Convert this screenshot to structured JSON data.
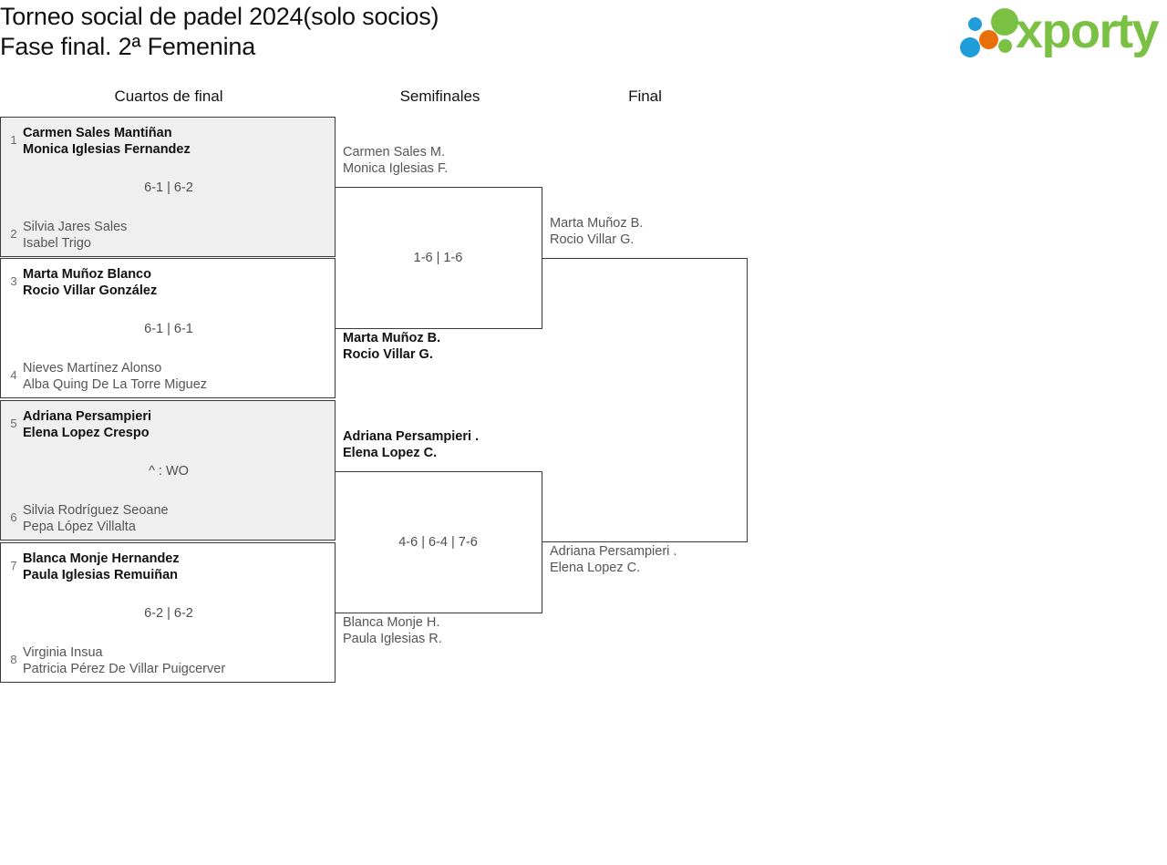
{
  "header": {
    "title_line1": "Torneo social de padel 2024(solo socios)",
    "title_line2": "Fase final. 2ª Femenina",
    "logo": {
      "wordmark": "xporty",
      "dot_colors": {
        "blue": "#1f9dd9",
        "orange": "#e8700a",
        "green": "#7ac143"
      },
      "icon_names": [
        "logo-dot-blue-top",
        "logo-dot-orange",
        "logo-dot-green-large",
        "logo-dot-blue-large",
        "logo-dot-green-small"
      ]
    }
  },
  "rounds": [
    {
      "label": "Cuartos de final"
    },
    {
      "label": "Semifinales"
    },
    {
      "label": "Final"
    }
  ],
  "colors": {
    "winner_text": "#111111",
    "loser_text": "#555555",
    "score_text": "#4d4d4d",
    "seed_text": "#6a6a6a",
    "box_border": "#3a3a3a",
    "shaded_row": "#efefef",
    "brand_green": "#7ac143"
  },
  "quarterfinals": [
    {
      "seed_top": "1",
      "team_top_line1": "Carmen Sales Mantiñan",
      "team_top_line2": "Monica Iglesias Fernandez",
      "score": "6-1 | 6-2",
      "seed_bottom": "2",
      "team_bottom_line1": "Silvia Jares Sales",
      "team_bottom_line2": "Isabel Trigo",
      "winner": "top"
    },
    {
      "seed_top": "3",
      "team_top_line1": "Marta Muñoz Blanco",
      "team_top_line2": "Rocio Villar González",
      "score": "6-1 | 6-1",
      "seed_bottom": "4",
      "team_bottom_line1": "Nieves Martínez Alonso",
      "team_bottom_line2": "Alba Quing De La Torre Miguez",
      "winner": "top"
    },
    {
      "seed_top": "5",
      "team_top_line1": "Adriana Persampieri",
      "team_top_line2": "Elena Lopez Crespo",
      "score": "^ : WO",
      "seed_bottom": "6",
      "team_bottom_line1": "Silvia Rodríguez Seoane",
      "team_bottom_line2": "Pepa López Villalta",
      "winner": "top"
    },
    {
      "seed_top": "7",
      "team_top_line1": "Blanca Monje Hernandez",
      "team_top_line2": "Paula Iglesias Remuiñan",
      "score": "6-2 | 6-2",
      "seed_bottom": "8",
      "team_bottom_line1": "Virginia Insua",
      "team_bottom_line2": "Patricia Pérez De Villar Puigcerver",
      "winner": "top"
    }
  ],
  "semifinals": [
    {
      "team_top_line1": "Carmen Sales M.",
      "team_top_line2": "Monica Iglesias F.",
      "score": "1-6 | 1-6",
      "team_bottom_line1": "Marta Muñoz B.",
      "team_bottom_line2": "Rocio Villar G.",
      "winner": "bottom"
    },
    {
      "team_top_line1": "Adriana Persampieri .",
      "team_top_line2": "Elena Lopez C.",
      "score": "4-6 | 6-4 | 7-6",
      "team_bottom_line1": "Blanca Monje H.",
      "team_bottom_line2": "Paula Iglesias R.",
      "winner": "top"
    }
  ],
  "final": [
    {
      "team_top_line1": "Marta Muñoz B.",
      "team_top_line2": "Rocio Villar G.",
      "score": "",
      "team_bottom_line1": "Adriana Persampieri .",
      "team_bottom_line2": "Elena Lopez C.",
      "winner": "none"
    }
  ]
}
